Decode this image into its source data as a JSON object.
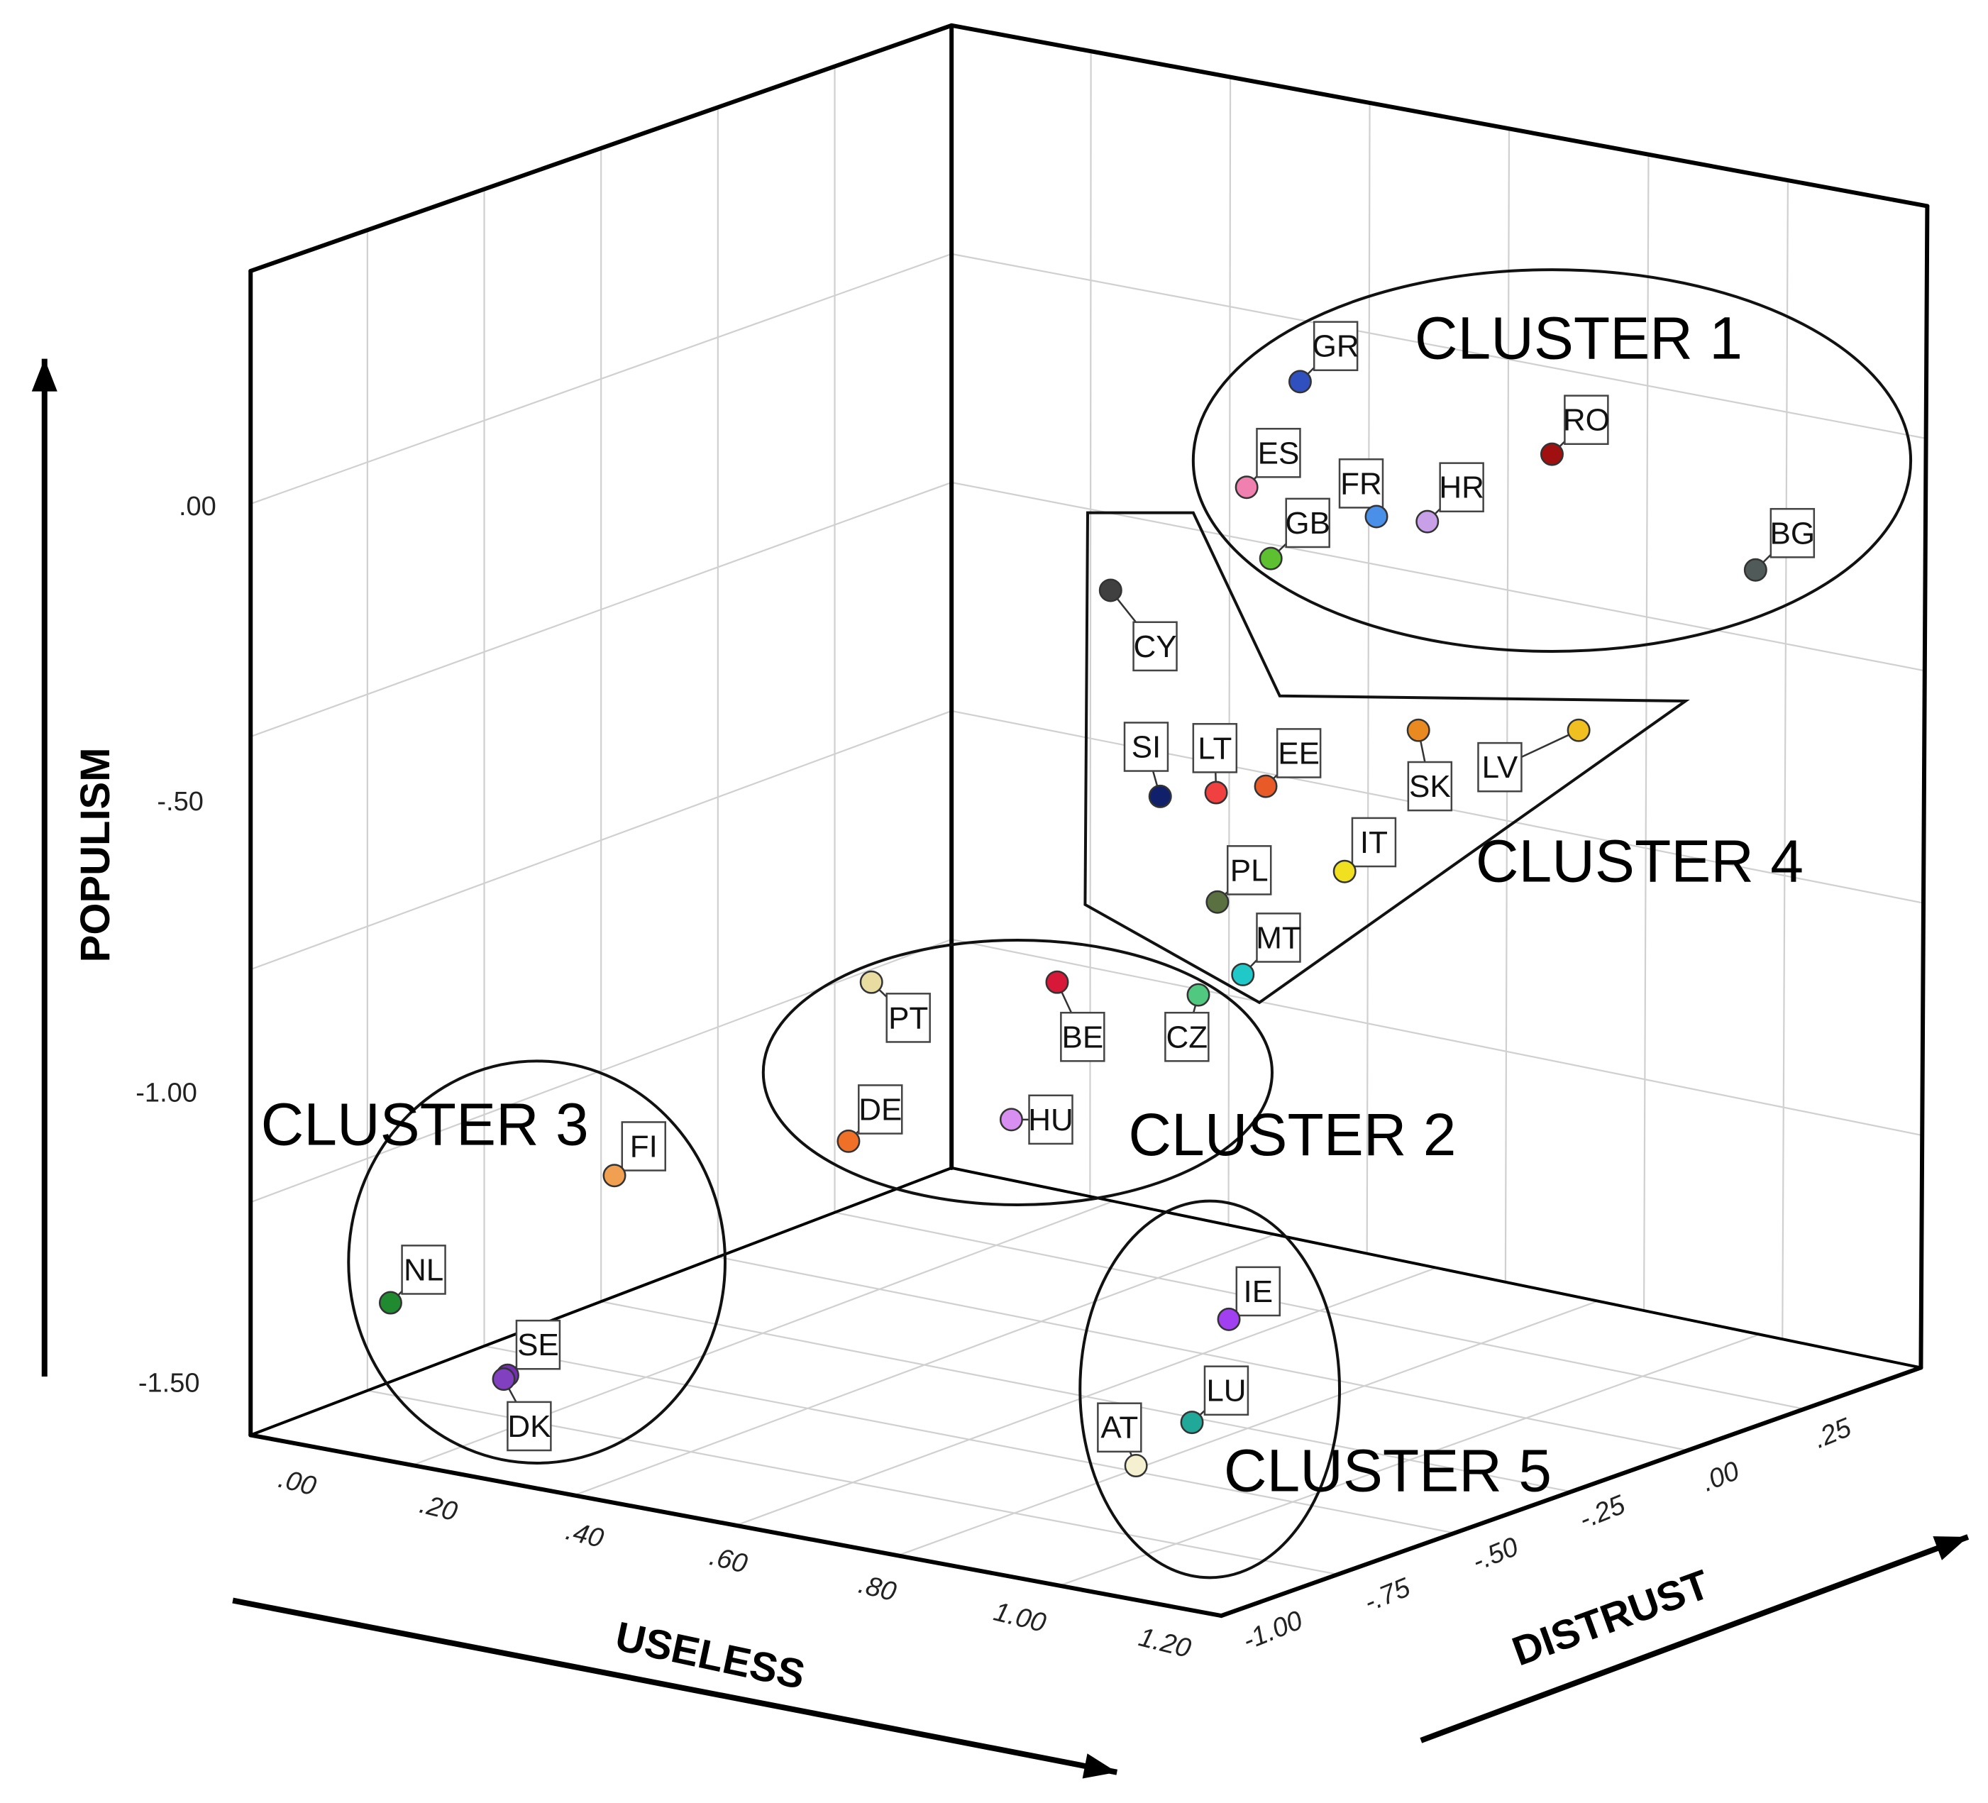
{
  "chart_data": {
    "type": "scatter",
    "title": "",
    "axes": {
      "x": {
        "label": "USELESS",
        "ticks": [
          ".00",
          ".20",
          ".40",
          ".60",
          ".80",
          "1.00",
          "1.20"
        ]
      },
      "y": {
        "label": "DISTRUST",
        "ticks": [
          "-1.00",
          "-.75",
          "-.50",
          "-.25",
          ".00",
          ".25"
        ]
      },
      "z": {
        "label": "POPULISM",
        "ticks": [
          ".00",
          "-.50",
          "-1.00",
          "-1.50"
        ]
      }
    },
    "grid": true,
    "clusters": [
      {
        "label": "CLUSTER 1",
        "members": [
          "GR",
          "RO",
          "ES",
          "FR",
          "HR",
          "GB",
          "BG"
        ]
      },
      {
        "label": "CLUSTER 2",
        "members": [
          "PT",
          "BE",
          "CZ",
          "DE",
          "HU"
        ]
      },
      {
        "label": "CLUSTER 3",
        "members": [
          "FI",
          "NL",
          "SE",
          "DK"
        ]
      },
      {
        "label": "CLUSTER 4",
        "members": [
          "CY",
          "SI",
          "LT",
          "EE",
          "SK",
          "LV",
          "IT",
          "PL",
          "MT"
        ]
      },
      {
        "label": "CLUSTER 5",
        "members": [
          "IE",
          "LU",
          "AT"
        ]
      }
    ],
    "points": [
      {
        "label": "GR",
        "color": "#3050c0"
      },
      {
        "label": "RO",
        "color": "#a01010"
      },
      {
        "label": "ES",
        "color": "#f080b0"
      },
      {
        "label": "FR",
        "color": "#4a90e8"
      },
      {
        "label": "HR",
        "color": "#c8a0e8"
      },
      {
        "label": "GB",
        "color": "#5cc030"
      },
      {
        "label": "BG",
        "color": "#505a58"
      },
      {
        "label": "CY",
        "color": "#404040"
      },
      {
        "label": "SI",
        "color": "#10206a"
      },
      {
        "label": "LT",
        "color": "#f04040"
      },
      {
        "label": "EE",
        "color": "#e85a28"
      },
      {
        "label": "SK",
        "color": "#e88a20"
      },
      {
        "label": "LV",
        "color": "#f0c020"
      },
      {
        "label": "IT",
        "color": "#f0e020"
      },
      {
        "label": "PL",
        "color": "#5a7040"
      },
      {
        "label": "MT",
        "color": "#20c8c8"
      },
      {
        "label": "PT",
        "color": "#e8dca0"
      },
      {
        "label": "BE",
        "color": "#d81838"
      },
      {
        "label": "CZ",
        "color": "#50c880"
      },
      {
        "label": "DE",
        "color": "#f07028"
      },
      {
        "label": "HU",
        "color": "#d890f0"
      },
      {
        "label": "FI",
        "color": "#f0a050"
      },
      {
        "label": "NL",
        "color": "#208a30"
      },
      {
        "label": "SE",
        "color": "#7030b0"
      },
      {
        "label": "DK",
        "color": "#8040c0"
      },
      {
        "label": "IE",
        "color": "#a040f0"
      },
      {
        "label": "LU",
        "color": "#20a898"
      },
      {
        "label": "AT",
        "color": "#f4f0d0"
      }
    ]
  }
}
